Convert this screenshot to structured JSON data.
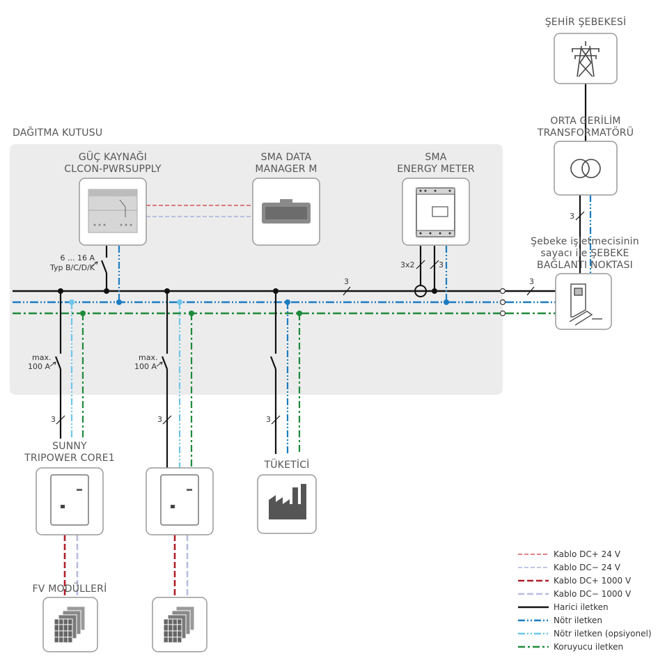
{
  "title_distribution_box": "DAĞITMA KUTUSU",
  "devices": {
    "power_supply": {
      "line1": "GÜÇ KAYNAĞI",
      "line2": "CLCON-PWRSUPPLY"
    },
    "data_manager": {
      "line1": "SMA DATA",
      "line2": "MANAGER M"
    },
    "energy_meter": {
      "line1": "SMA",
      "line2": "ENERGY METER"
    },
    "city_grid": {
      "line1": "ŞEHİR ŞEBEKESİ"
    },
    "transformer": {
      "line1": "ORTA GERİLİM",
      "line2": "TRANSFORMATÖRÜ"
    },
    "grid_connection": {
      "line1": "Şebeke işletmecisinin",
      "line2": "sayacı ile ŞEBEKE",
      "line3": "BAĞLANTI NOKTASI"
    },
    "inverter": {
      "line1": "SUNNY",
      "line2": "TRIPOWER CORE1"
    },
    "consumer": {
      "line1": "TÜKETİCİ"
    },
    "pv_modules": {
      "line1": "FV MODÜLLERİ"
    }
  },
  "annotations": {
    "breaker_range": "6 ... 16 A",
    "breaker_type": "Typ B/C/D/K",
    "max_label": "max.",
    "amps_100": "100 A",
    "wires_3": "3",
    "wires_3x2": "3x2"
  },
  "legend": [
    {
      "label": "Kablo DC+ 24 V",
      "color": "#d0343a",
      "style": "dash-thin"
    },
    {
      "label": "Kablo DC− 24 V",
      "color": "#9aa4d6",
      "style": "dash-thin"
    },
    {
      "label": "Kablo DC+ 1000 V",
      "color": "#b01e28",
      "style": "dash-thick"
    },
    {
      "label": "Kablo DC− 1000 V",
      "color": "#b8bde0",
      "style": "dash-thick"
    },
    {
      "label": "Harici iletken",
      "color": "#111111",
      "style": "solid"
    },
    {
      "label": "Nötr iletken",
      "color": "#1b7cc2",
      "style": "dashdot"
    },
    {
      "label": "Nötr iletken (opsiyonel)",
      "color": "#6ec6ea",
      "style": "dashdot"
    },
    {
      "label": "Koruyucu iletken",
      "color": "#1d8a3a",
      "style": "dashdot-green"
    }
  ]
}
